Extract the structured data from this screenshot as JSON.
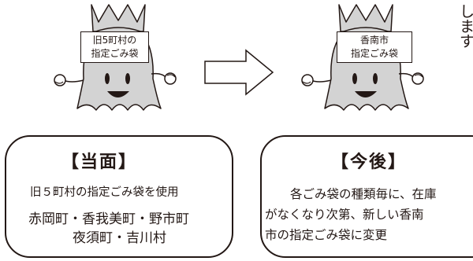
{
  "left_mascot": {
    "sign_lines": [
      "旧5町村の",
      "指定ごみ袋"
    ]
  },
  "right_mascot": {
    "sign_lines": [
      "香南市",
      "指定ごみ袋"
    ]
  },
  "left_panel": {
    "heading": "【当面】",
    "line1": "旧５町村の指定ごみ袋を使用",
    "line2": "赤岡町・香我美町・野市町",
    "line3": "夜須町・吉川村"
  },
  "right_panel": {
    "heading": "【今後】",
    "line1": "各ごみ袋の種類毎に、在庫",
    "line2": "がなくなり次第、新しい香南",
    "line3": "市の指定ごみ袋に変更"
  },
  "cut_off_text": [
    "し",
    "ま",
    "す"
  ]
}
